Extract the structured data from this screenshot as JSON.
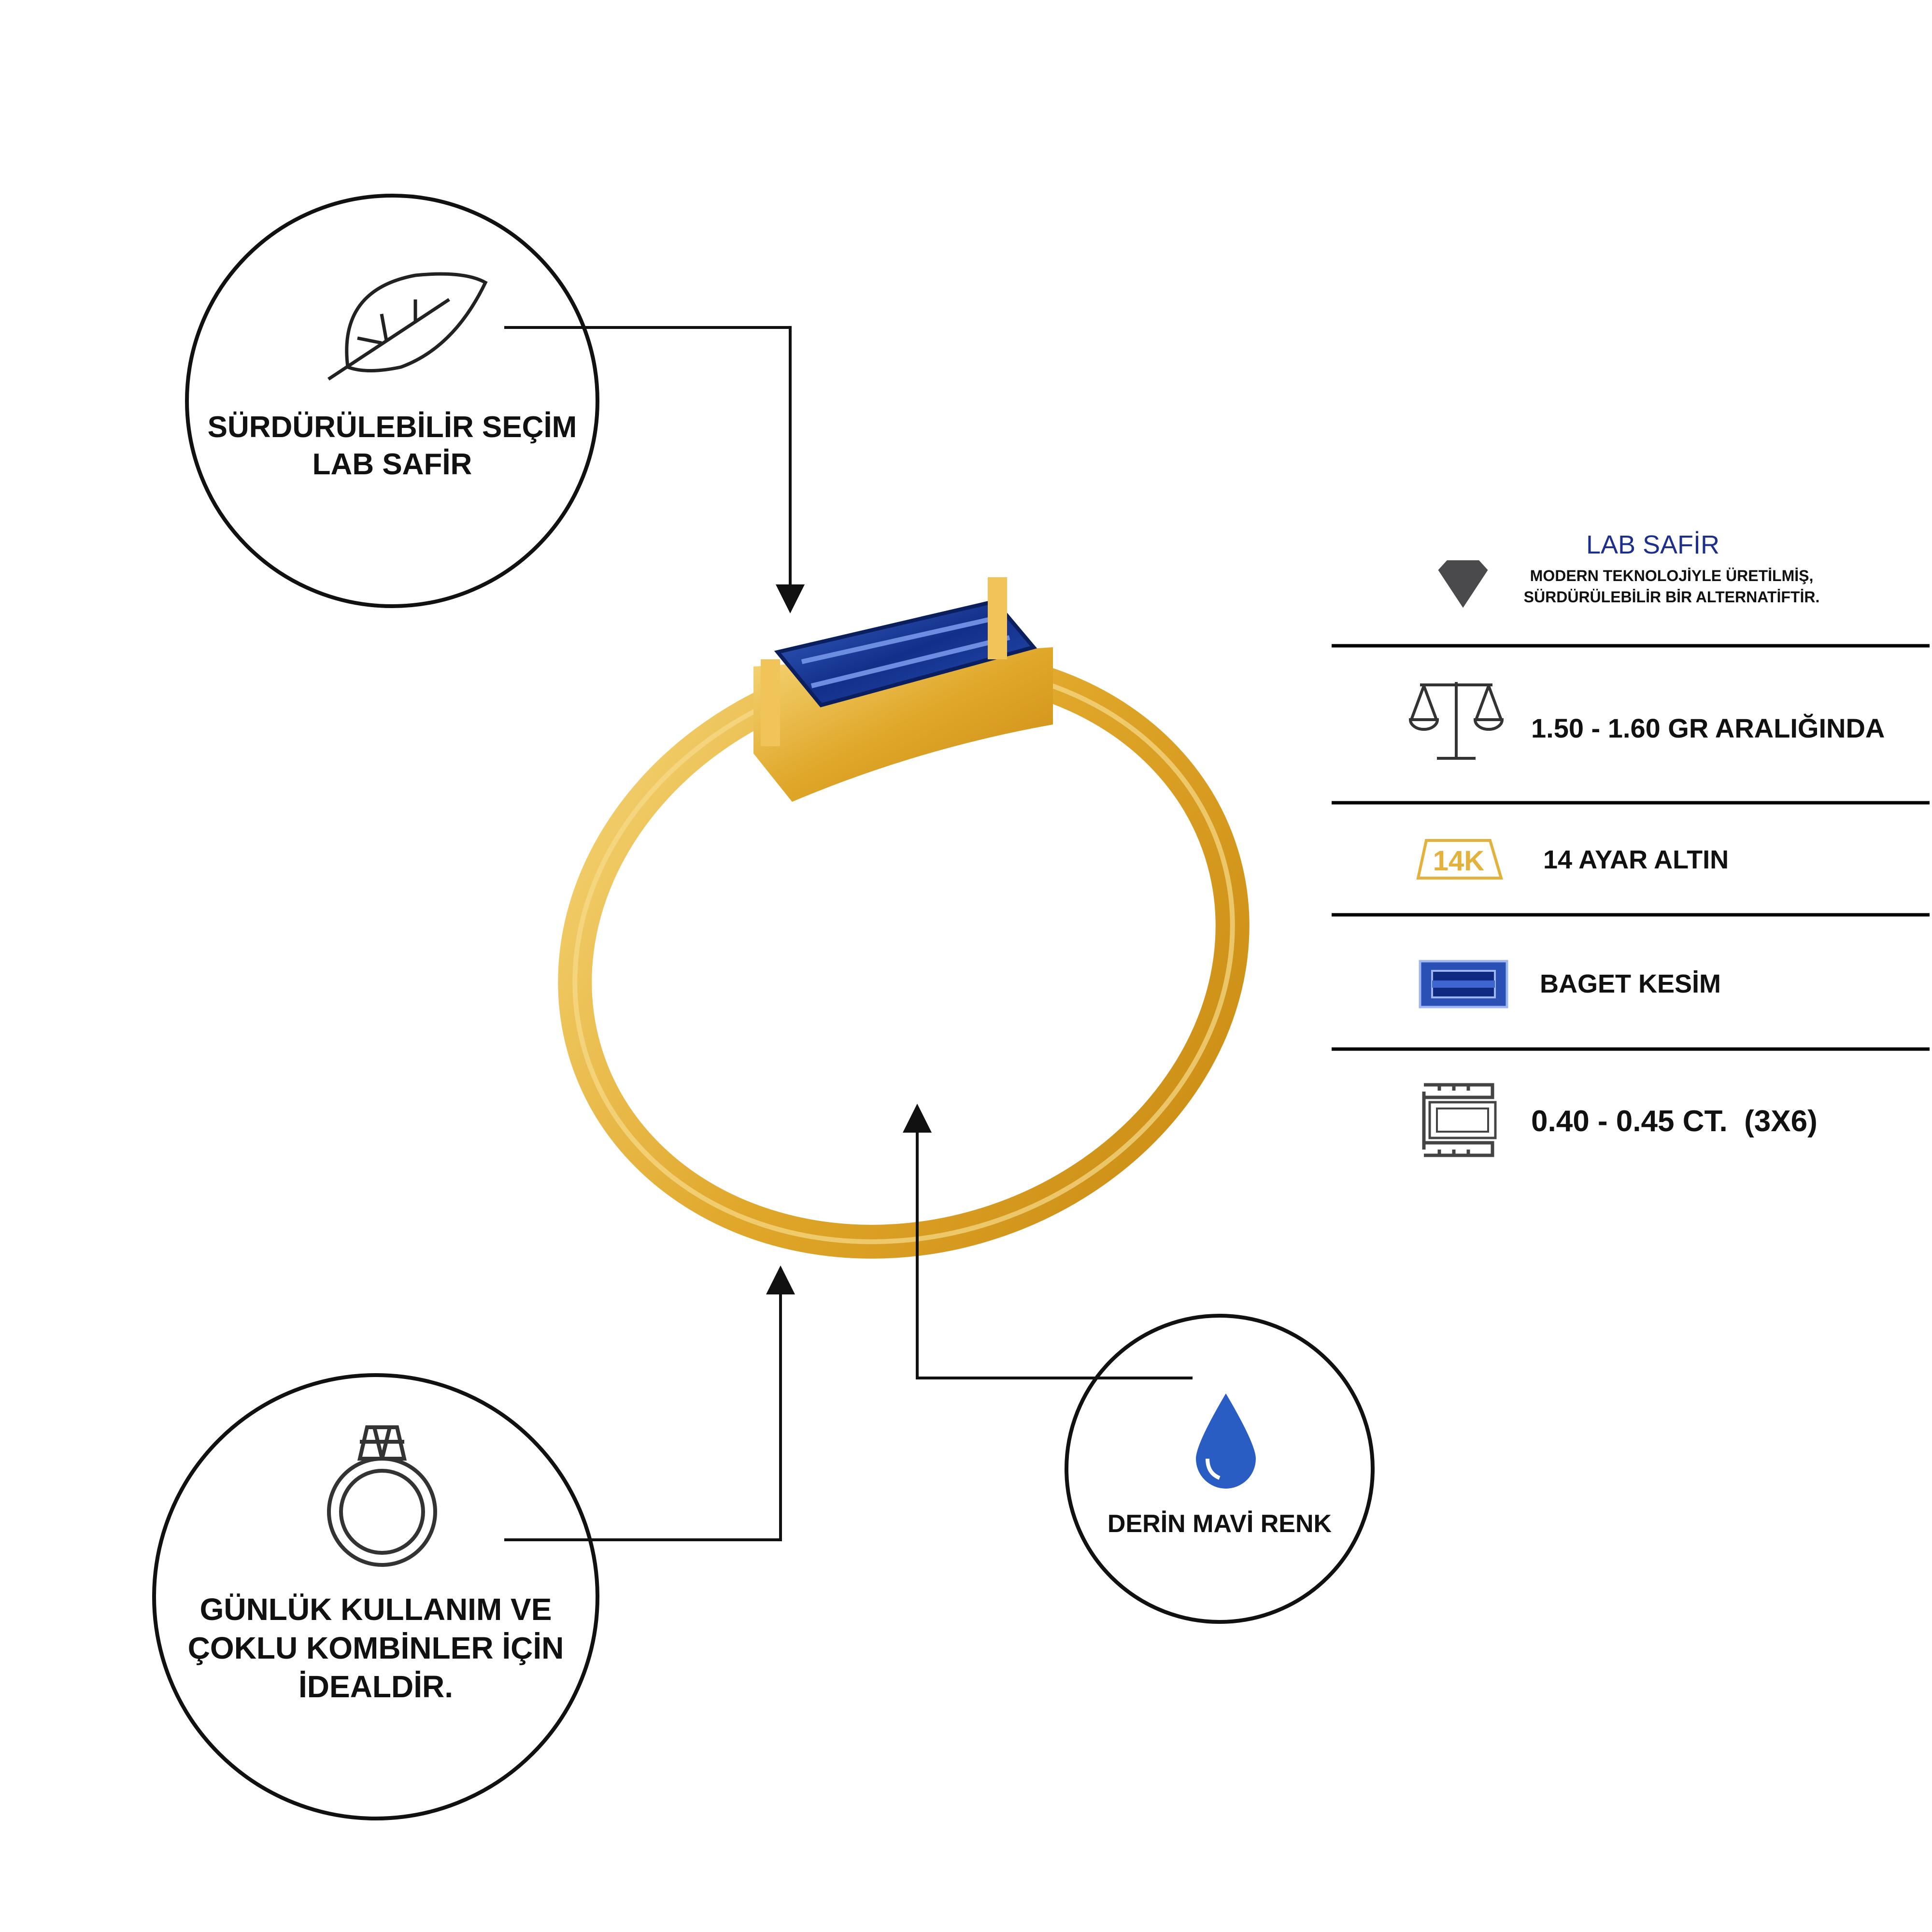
{
  "callouts": {
    "sustainable": {
      "line1": "SÜRDÜRÜLEBİLİR SEÇİM",
      "line2": "LAB SAFİR",
      "icon": "leaf-icon"
    },
    "daily_use": {
      "line1": "GÜNLÜK KULLANIM VE",
      "line2": "ÇOKLU KOMBİNLER İÇİN",
      "line3": "İDEALDİR.",
      "icon": "ring-icon"
    },
    "deep_blue": {
      "label": "DERİN MAVİ RENK",
      "icon": "water-drop-icon"
    }
  },
  "specs": {
    "title": "LAB SAFİR",
    "description_line1": "MODERN TEKNOLOJİYLE ÜRETİLMİŞ,",
    "description_line2": "SÜRDÜRÜLEBİLİR BİR ALTERNATİFTİR.",
    "items": [
      {
        "icon": "scale-icon",
        "label": "1.50 - 1.60 GR ARALIĞINDA"
      },
      {
        "icon": "gold-14k-icon",
        "badge": "14K",
        "label": "14 AYAR ALTIN"
      },
      {
        "icon": "baguette-gem-icon",
        "label": "BAGET KESİM"
      },
      {
        "icon": "gem-measure-icon",
        "label": "0.40 - 0.45 CT.  (3X6)"
      }
    ]
  },
  "colors": {
    "gold": "#e3b23c",
    "sapphire": "#1f3f9e",
    "title_blue": "#1d2f8c",
    "drop": "#2a5dc4"
  }
}
